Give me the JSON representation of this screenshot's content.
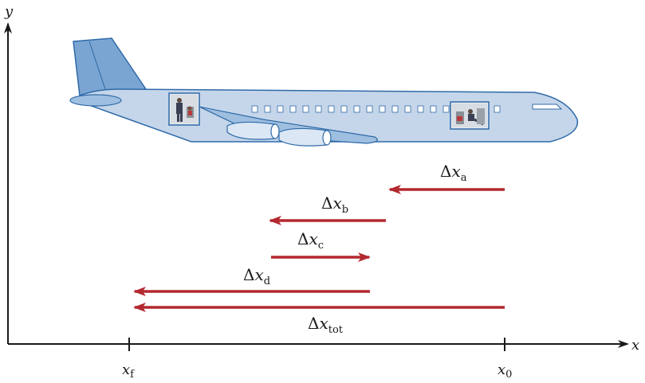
{
  "axes": {
    "x_label": "x",
    "y_label": "y",
    "ticks": [
      {
        "id": "xf",
        "base": "x",
        "sub": "f"
      },
      {
        "id": "x0",
        "base": "x",
        "sub": "0"
      }
    ]
  },
  "displacements": [
    {
      "id": "a",
      "delta": "Δ",
      "var": "x",
      "sub": "a",
      "direction": "left"
    },
    {
      "id": "b",
      "delta": "Δ",
      "var": "x",
      "sub": "b",
      "direction": "left"
    },
    {
      "id": "c",
      "delta": "Δ",
      "var": "x",
      "sub": "c",
      "direction": "right"
    },
    {
      "id": "d",
      "delta": "Δ",
      "var": "x",
      "sub": "d",
      "direction": "left"
    },
    {
      "id": "tot",
      "delta": "Δ",
      "var": "x",
      "sub": "tot",
      "direction": "left"
    }
  ],
  "colors": {
    "arrow": "#b3282f",
    "axis": "#1a1a1a",
    "fuselage": "#c5d6ea",
    "fuselage_stroke": "#2f6aa8",
    "tail": "#7aa5d2",
    "engine": "#dbe7f4",
    "window": "#ffffff"
  }
}
